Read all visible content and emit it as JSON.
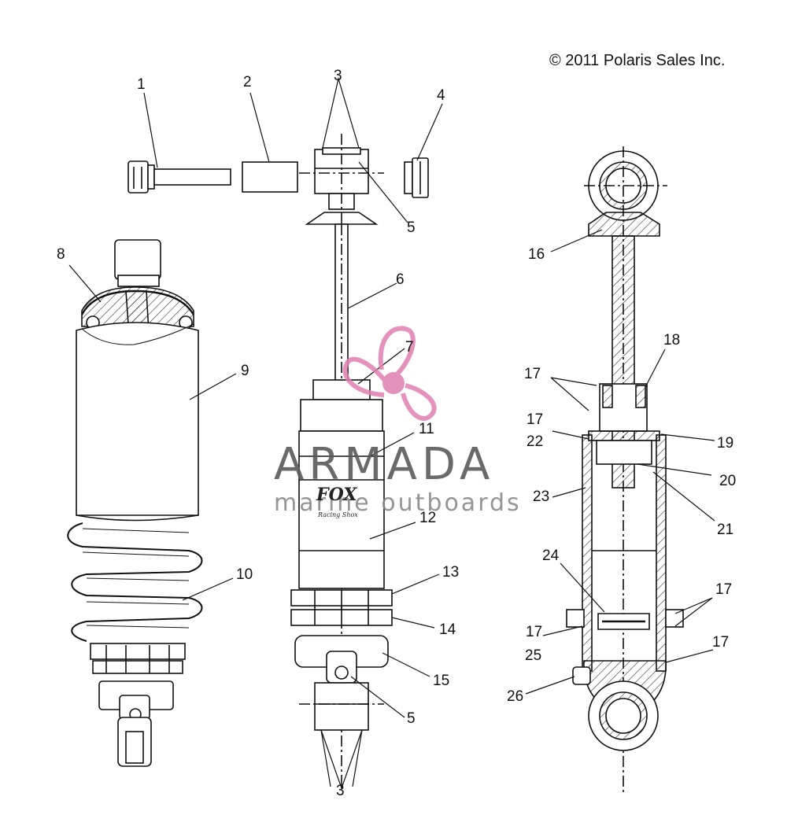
{
  "copyright": "© 2011 Polaris Sales Inc.",
  "watermark": {
    "title": "ARMADA",
    "subtitle": "marine outboards",
    "accent_color": "#e07fb0"
  },
  "brand": {
    "logo_text": "FOX",
    "logo_subtext": "Racing Shox"
  },
  "colors": {
    "line": "#111111",
    "hatch": "#333333",
    "background": "#ffffff"
  },
  "callouts": [
    {
      "id": "c1",
      "text": "1"
    },
    {
      "id": "c2",
      "text": "2"
    },
    {
      "id": "c3a",
      "text": "3"
    },
    {
      "id": "c4",
      "text": "4"
    },
    {
      "id": "c5a",
      "text": "5"
    },
    {
      "id": "c6",
      "text": "6"
    },
    {
      "id": "c7",
      "text": "7"
    },
    {
      "id": "c8",
      "text": "8"
    },
    {
      "id": "c9",
      "text": "9"
    },
    {
      "id": "c10",
      "text": "10"
    },
    {
      "id": "c11",
      "text": "11"
    },
    {
      "id": "c12",
      "text": "12"
    },
    {
      "id": "c13",
      "text": "13"
    },
    {
      "id": "c14",
      "text": "14"
    },
    {
      "id": "c15",
      "text": "15"
    },
    {
      "id": "c5b",
      "text": "5"
    },
    {
      "id": "c3b",
      "text": "3"
    },
    {
      "id": "c16",
      "text": "16"
    },
    {
      "id": "c17a",
      "text": "17"
    },
    {
      "id": "c18",
      "text": "18"
    },
    {
      "id": "c17b",
      "text": "17"
    },
    {
      "id": "c22",
      "text": "22"
    },
    {
      "id": "c19",
      "text": "19"
    },
    {
      "id": "c20",
      "text": "20"
    },
    {
      "id": "c23",
      "text": "23"
    },
    {
      "id": "c21",
      "text": "21"
    },
    {
      "id": "c24",
      "text": "24"
    },
    {
      "id": "c17c",
      "text": "17"
    },
    {
      "id": "c17d",
      "text": "17"
    },
    {
      "id": "c25",
      "text": "25"
    },
    {
      "id": "c17e",
      "text": "17"
    },
    {
      "id": "c26",
      "text": "26"
    }
  ]
}
